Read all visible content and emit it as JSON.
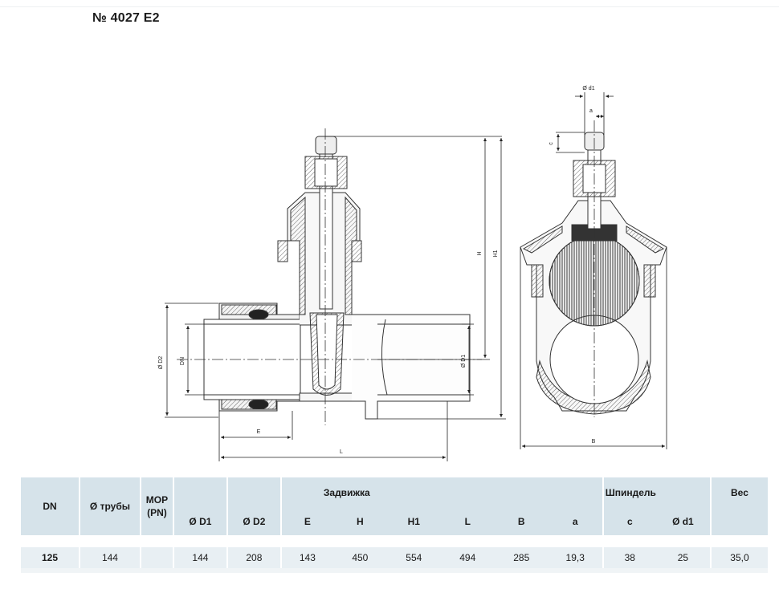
{
  "title": "№ 4027 E2",
  "colors": {
    "table_header": "#d6e3ea",
    "table_row": "#e8eff3",
    "line": "#333333"
  },
  "drawing": {
    "labels": {
      "d2": "Ø D2",
      "dn": "DN",
      "d1": "Ø D1",
      "e": "E",
      "l": "L",
      "h": "H",
      "h1": "H1",
      "b": "B",
      "od1": "Ø d1",
      "a": "a",
      "c": "c"
    }
  },
  "table": {
    "headers": {
      "dn": "DN",
      "pipe": "Ø трубы",
      "mop": "MOP\n(PN)",
      "valve": "Задвижка",
      "spindle": "Шпиндель",
      "weight": "Вес",
      "d1": "Ø D1",
      "d2": "Ø D2",
      "e": "E",
      "h": "H",
      "h1": "H1",
      "l": "L",
      "b": "B",
      "a": "a",
      "c": "c",
      "od1": "Ø d1"
    },
    "rows": [
      {
        "dn": "125",
        "pipe": "144",
        "mop": "",
        "d1": "144",
        "d2": "208",
        "e": "143",
        "h": "450",
        "h1": "554",
        "l": "494",
        "b": "285",
        "a": "19,3",
        "c": "38",
        "od1": "25",
        "weight": "35,0"
      }
    ]
  }
}
